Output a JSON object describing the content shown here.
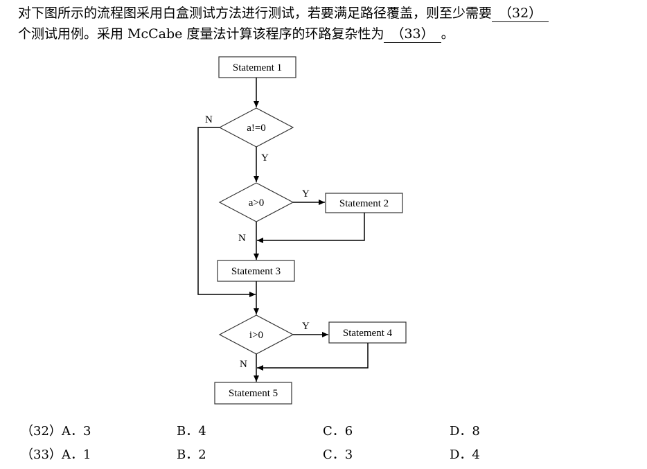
{
  "question": {
    "line1_prefix": "对下图所示的流程图采用白盒测试方法进行测试，若要满足路径覆盖，则至少需要",
    "blank32": "（32）",
    "line2_prefix": "个测试用例。采用 McCabe 度量法计算该程序的环路复杂性为",
    "blank33": "（33）",
    "line2_suffix": "。"
  },
  "flowchart": {
    "nodes": {
      "statement1": "Statement 1",
      "cond1": "a!=0",
      "cond2": "a>0",
      "statement2": "Statement 2",
      "statement3": "Statement 3",
      "cond3": "i>0",
      "statement4": "Statement 4",
      "statement5": "Statement 5"
    },
    "labels": {
      "cond1_no": "N",
      "cond1_yes": "Y",
      "cond2_yes": "Y",
      "cond2_no": "N",
      "cond3_yes": "Y",
      "cond3_no": "N"
    }
  },
  "options": {
    "q32": {
      "label": "（32）",
      "a": "A．3",
      "b": "B．4",
      "c": "C．6",
      "d": "D．8"
    },
    "q33": {
      "label": "（33）",
      "a": "A．1",
      "b": "B．2",
      "c": "C．3",
      "d": "D．4"
    }
  }
}
